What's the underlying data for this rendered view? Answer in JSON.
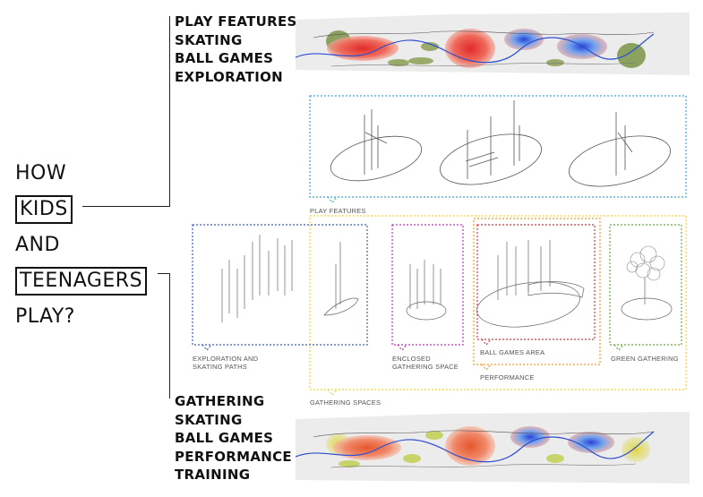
{
  "top_list": [
    "PLAY FEATURES",
    "SKATING",
    "BALL GAMES",
    "EXPLORATION"
  ],
  "question": {
    "line1": "HOW",
    "line2": "KIDS",
    "line3": "AND",
    "line4": "TEENAGERS",
    "line5": "PLAY?"
  },
  "bottom_list": [
    "GATHERING",
    "SKATING",
    "BALL GAMES",
    "PERFORMANCE",
    "TRAINING"
  ],
  "captions": {
    "play_features": "PLAY FEATURES",
    "exploration": "EXPLORATION AND\nSKATING PATHS",
    "enclosed": "ENCLOSED\nGATHERING SPACE",
    "ball_games": "BALL GAMES AREA",
    "performance": "PERFORMANCE",
    "green": "GREEN GATHERING",
    "gathering_spaces": "GATHERING SPACES"
  },
  "colors": {
    "play_features_frame": "#3aa6d8",
    "gathering_frame": "#f2d22e",
    "exploration_frame": "#3f5bc4",
    "enclosed_frame": "#b83ab8",
    "ball_games_frame": "#d9363e",
    "performance_frame": "#ef9a2c",
    "green_frame": "#6aa842",
    "red_zone": "#e34a3c",
    "blue_zone": "#3b6fd8",
    "green_zone": "#7f9a4a",
    "yellow_zone": "#e6d33a"
  }
}
